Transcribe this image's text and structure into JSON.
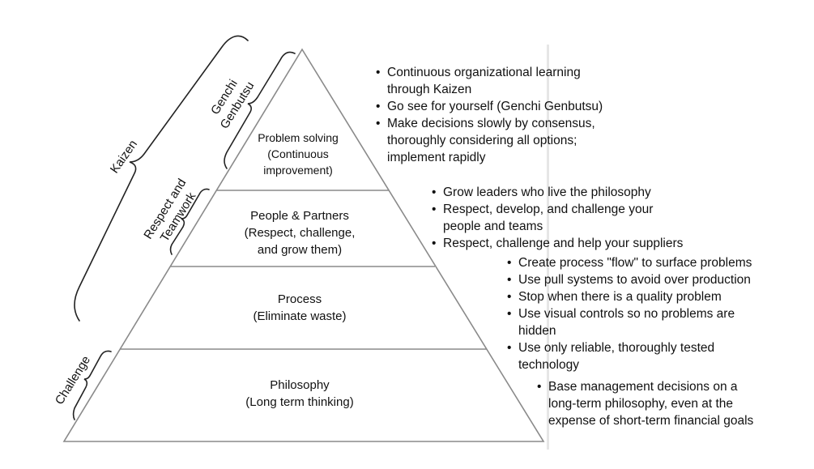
{
  "pyramid": {
    "layers": [
      {
        "lines": [
          "Problem solving",
          "(Continuous",
          "improvement)"
        ]
      },
      {
        "lines": [
          "People & Partners",
          "(Respect, challenge,",
          "and grow them)"
        ]
      },
      {
        "lines": [
          "Process",
          "(Eliminate waste)"
        ]
      },
      {
        "lines": [
          "Philosophy",
          "(Long term thinking)"
        ]
      }
    ]
  },
  "brackets": {
    "kaizen": "Kaizen",
    "genchi": [
      "Genchi",
      "Genbutsu"
    ],
    "respect": [
      "Respect and",
      "Teamwork"
    ],
    "challenge": "Challenge"
  },
  "bullets": {
    "problem_solving": [
      "Continuous organizational learning",
      "through Kaizen",
      "Go see for yourself (Genchi Genbutsu)",
      "Make decisions slowly by consensus,",
      "thoroughly considering all options;",
      "implement rapidly"
    ],
    "people": [
      "Grow leaders who live the philosophy",
      "Respect, develop, and challenge your",
      "people and teams",
      "Respect, challenge and help your suppliers"
    ],
    "process": [
      "Create process \"flow\" to surface problems",
      "Use pull systems to avoid over production",
      "Stop when there is a quality problem",
      "Use visual controls so no problems are",
      "hidden",
      "Use only reliable, thoroughly tested",
      "technology"
    ],
    "philosophy": [
      "Base management decisions on a",
      "long-term philosophy, even at the",
      "expense of short-term financial goals"
    ]
  }
}
